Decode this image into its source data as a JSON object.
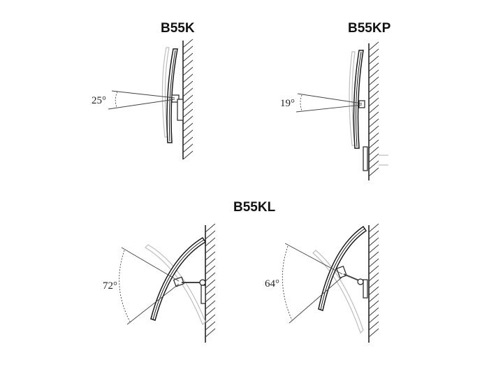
{
  "diagrams": [
    {
      "model": "B55K",
      "tilt_label": "25°"
    },
    {
      "model": "B55KP",
      "tilt_label": "19°"
    },
    {
      "model": "B55KL",
      "tilt_labels": [
        "72°",
        "64°"
      ]
    }
  ]
}
